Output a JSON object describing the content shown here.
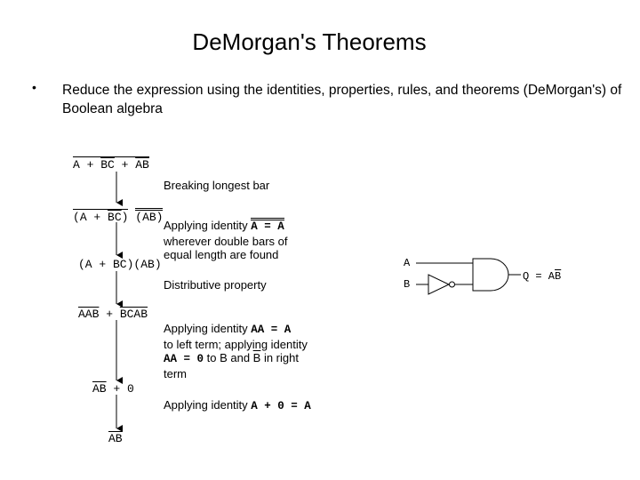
{
  "slide": {
    "title": "DeMorgan's Theorems",
    "bullet_marker": "•",
    "bullet_text": "Reduce the expression using the identities, properties, rules, and theorems (DeMorgan's) of Boolean algebra"
  },
  "derivation": {
    "expressions": {
      "e1_a": "A",
      "e1_plus1": " + ",
      "e1_bc": "BC",
      "e1_plus2": " + ",
      "e1_a2": "A",
      "e1_b": "B",
      "e2_open": "(",
      "e2_a": "A",
      "e2_mid": " + ",
      "e2_bc": "BC",
      "e2_close": ")",
      "e2_sp": " ",
      "e2_ab": "(AB)",
      "e3": "(A + BC)(AB)",
      "e4_aab": "AAB",
      "e4_plus": " + ",
      "e4_bcab": "BCAB",
      "e5_ab": "AB",
      "e5_rest": " + 0",
      "e6": "AB"
    },
    "steps": {
      "s1": "Breaking longest bar",
      "s2_l1_pre": "Applying identity ",
      "s2_l1_math": "A = A",
      "s2_l2": "wherever double bars of",
      "s2_l3": "equal length are found",
      "s3": "Distributive property",
      "s4_l1_pre": "Applying identity ",
      "s4_l1_math": "AA = A",
      "s4_l2": "to left term; applying identity",
      "s4_l3_math": "AA = 0",
      "s4_l3_mid": " to B and ",
      "s4_l3_b": "B",
      "s4_l3_post": " in right",
      "s4_l4": "term",
      "s5_pre": "Applying identity ",
      "s5_math": "A + 0 = A"
    }
  },
  "logic_circuit": {
    "input_a": "A",
    "input_b": "B",
    "output": "Q = AB"
  }
}
